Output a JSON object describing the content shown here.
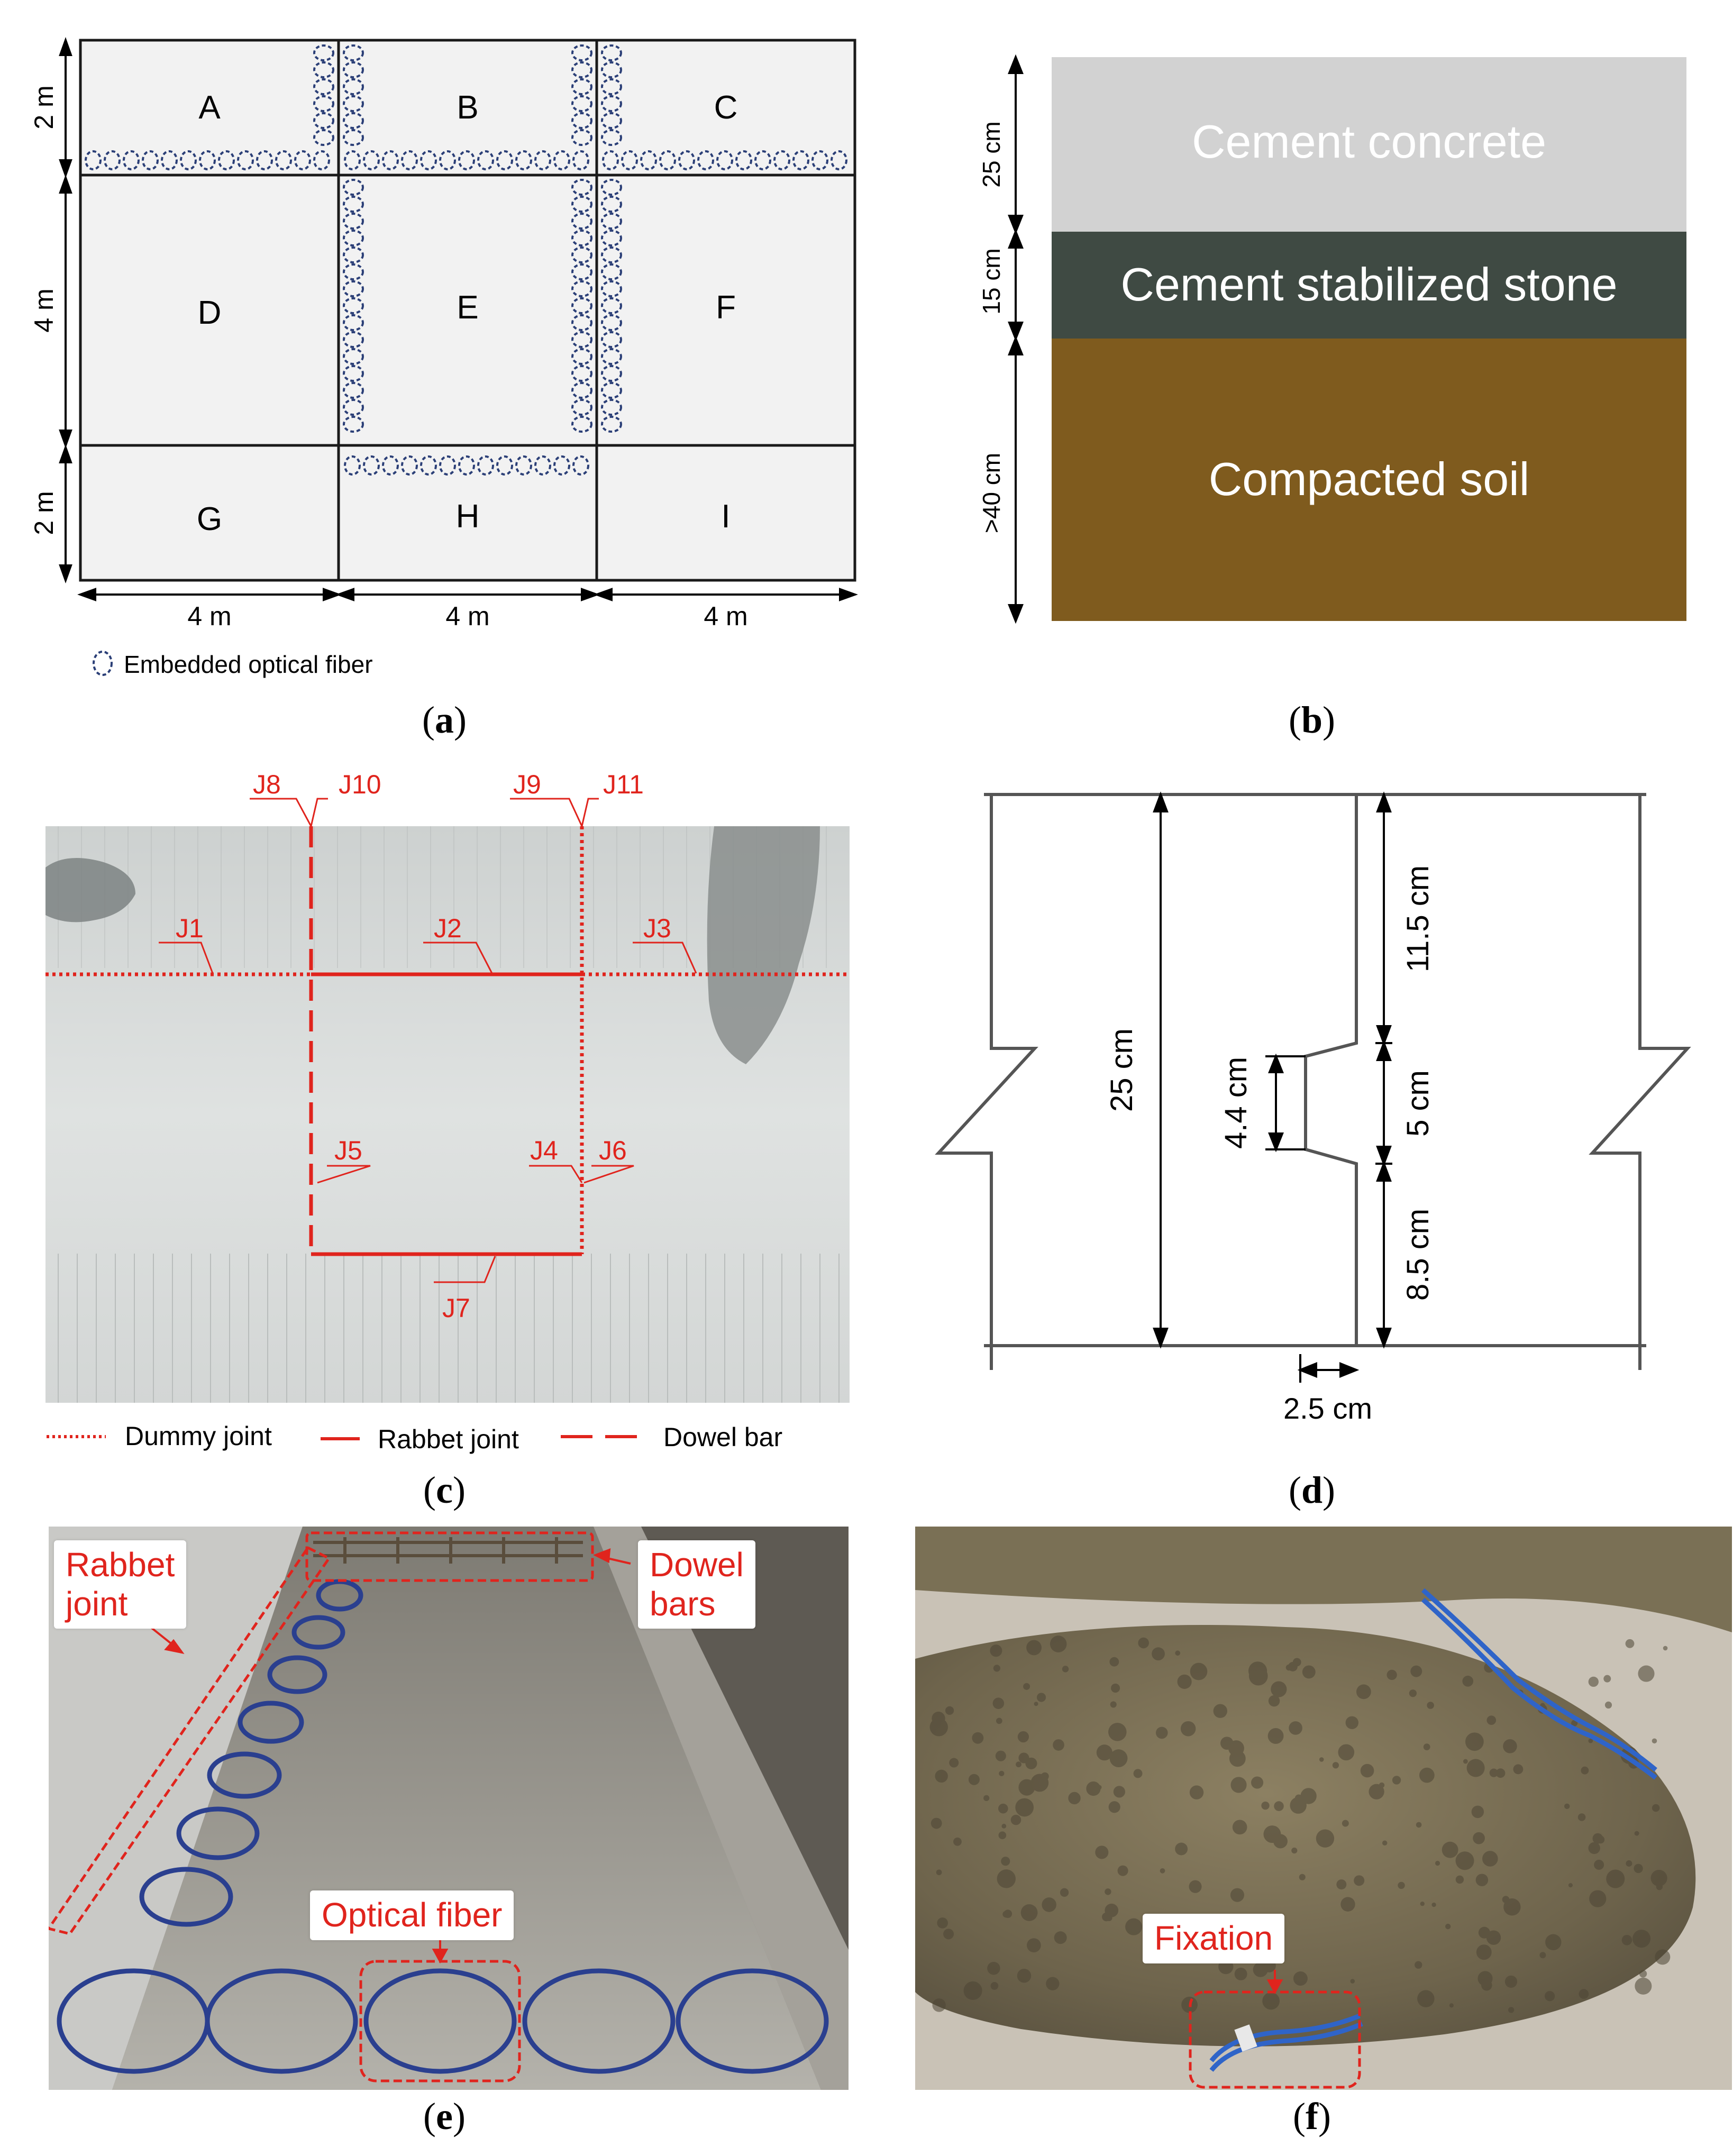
{
  "panel_a": {
    "caption": "a",
    "slabs": [
      "A",
      "B",
      "C",
      "D",
      "E",
      "F",
      "G",
      "H",
      "I"
    ],
    "dims_v": [
      "2 m",
      "4 m",
      "2 m"
    ],
    "dims_h": [
      "4 m",
      "4 m",
      "4 m"
    ],
    "legend": "Embedded optical fiber",
    "colors": {
      "fiber": "#2b3f77",
      "slab": "#f2f2f2",
      "line": "#1a1a1a"
    }
  },
  "panel_b": {
    "caption": "b",
    "layers": [
      {
        "label": "Cement concrete",
        "thickness": "25 cm",
        "color": "#d2d2d2"
      },
      {
        "label": "Cement stabilized stone",
        "thickness": "15 cm",
        "color": "#3f4a43"
      },
      {
        "label": "Compacted soil",
        "thickness": ">40 cm",
        "color": "#7f5b1e"
      }
    ]
  },
  "panel_c": {
    "caption": "c",
    "joints": [
      "J1",
      "J2",
      "J3",
      "J4",
      "J5",
      "J6",
      "J7",
      "J8",
      "J9",
      "J10",
      "J11"
    ],
    "legend": {
      "dummy": "Dummy joint",
      "rabbet": "Rabbet joint",
      "dowel": "Dowel bar"
    },
    "colors": {
      "joint": "#e0241d",
      "concrete": "#d9dcdb"
    }
  },
  "panel_d": {
    "caption": "d",
    "dims": {
      "total": "25 cm",
      "top": "11.5 cm",
      "mid": "5 cm",
      "bottom": "8.5 cm",
      "key": "4.4 cm",
      "width": "2.5 cm"
    }
  },
  "panel_e": {
    "caption": "e",
    "labels": {
      "rabbet": "Rabbet\njoint",
      "dowel": "Dowel\nbars",
      "fiber": "Optical fiber"
    }
  },
  "panel_f": {
    "caption": "f",
    "labels": {
      "fixation": "Fixation"
    }
  }
}
